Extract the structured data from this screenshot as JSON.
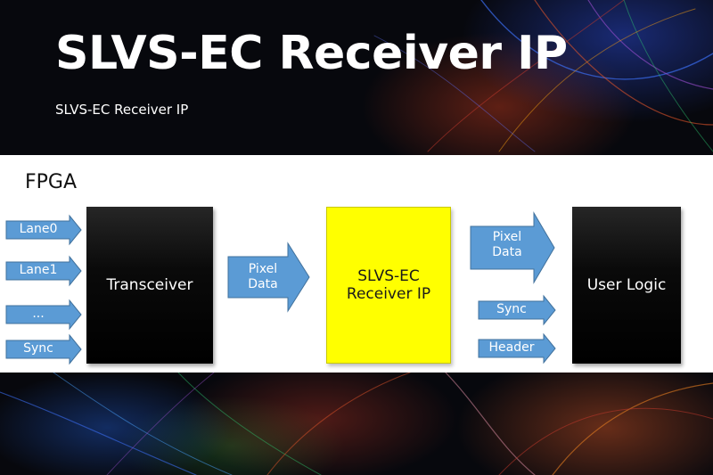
{
  "header": {
    "title": "SLVS-EC Receiver IP",
    "subtitle": "SLVS-EC Receiver IP"
  },
  "diagram": {
    "container_label": "FPGA",
    "blocks": {
      "transceiver": "Transceiver",
      "receiver_line1": "SLVS-EC",
      "receiver_line2": "Receiver IP",
      "user_logic": "User Logic"
    },
    "inputs": [
      "Lane0",
      "Lane1",
      "...",
      "Sync"
    ],
    "middle": {
      "line1": "Pixel",
      "line2": "Data"
    },
    "outputs": {
      "pixel_line1": "Pixel",
      "pixel_line2": "Data",
      "sync": "Sync",
      "header": "Header"
    }
  },
  "colors": {
    "arrow_fill": "#5b9bd5",
    "arrow_stroke": "#41719c",
    "receiver_fill": "#ffff00",
    "block_fill": "#000000"
  }
}
